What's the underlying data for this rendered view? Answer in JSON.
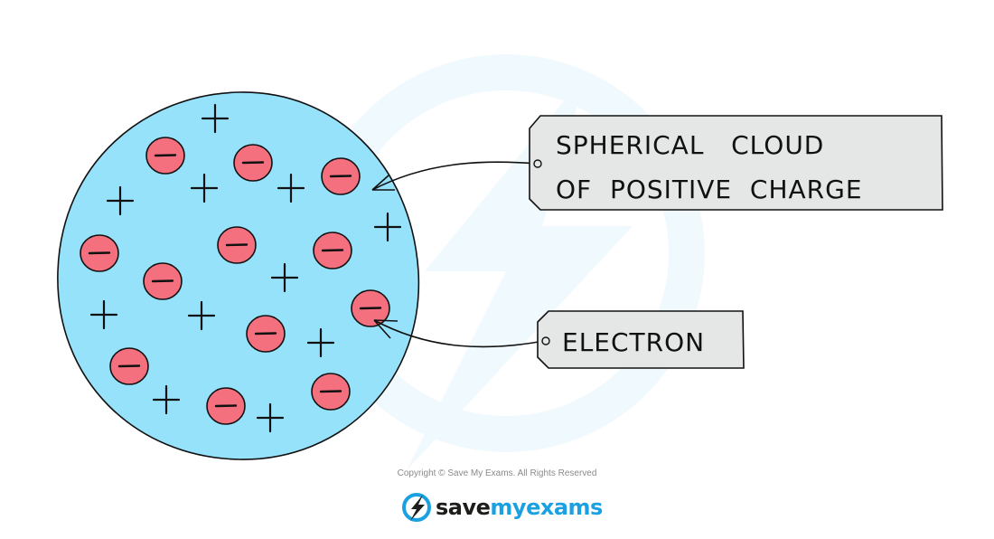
{
  "diagram": {
    "title": "Plum pudding model of the atom",
    "colors": {
      "sphere_fill": "#97E2FB",
      "electron_fill": "#F5707E",
      "label_fill": "#E5E6E6",
      "outline": "#111111",
      "brand_blue": "#1BA1E2"
    },
    "electron_symbol": "−",
    "proton_symbol": "+",
    "electron_count": 12,
    "positive_charge_count": 11,
    "labels": [
      {
        "id": "sphere",
        "lines": [
          "SPHERICAL   CLOUD",
          "OF  POSITIVE  CHARGE"
        ],
        "points_to": "sphere"
      },
      {
        "id": "electron",
        "lines": [
          "ELECTRON"
        ],
        "points_to": "electron"
      }
    ]
  },
  "footer": {
    "copyright": "Copyright © Save My Exams. All Rights Reserved",
    "logo_word1": "save",
    "logo_word2": "my",
    "logo_word3": "exams"
  }
}
